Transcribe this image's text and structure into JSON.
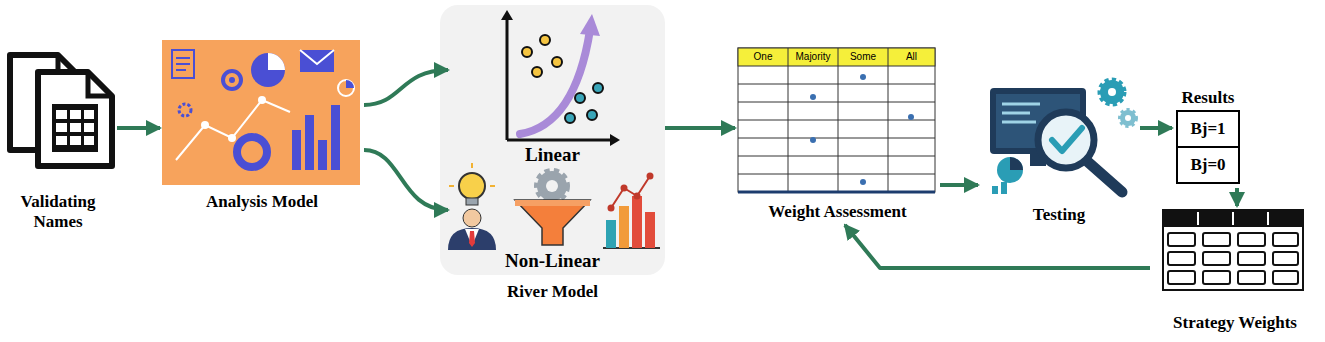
{
  "diagram": {
    "nodes": [
      {
        "text": [
          "Validating Names"
        ]
      },
      {
        "text": [
          "Analysis Model"
        ]
      },
      {
        "text": [
          "River Model"
        ]
      },
      {
        "text": [
          "Linear"
        ],
        "in": 2
      },
      {
        "text": [
          "Non-Linear"
        ],
        "in": 2
      },
      {
        "text": [
          "Weight Assessment"
        ]
      },
      {
        "text": [
          "Testing"
        ]
      },
      {
        "text": [
          "Results"
        ]
      },
      {
        "text": [
          "Bj=1"
        ],
        "in": 7
      },
      {
        "text": [
          "Bj=0"
        ],
        "in": 7
      },
      {
        "text": [
          "Strategy Weights"
        ]
      }
    ],
    "edges": [
      {
        "from": 0,
        "to": 1,
        "arrow": "to"
      },
      {
        "from": 1,
        "to": 3,
        "arrow": "to"
      },
      {
        "from": 1,
        "to": 4,
        "arrow": "to"
      },
      {
        "from": 2,
        "to": 5,
        "arrow": "to"
      },
      {
        "from": 5,
        "to": 6,
        "arrow": "to"
      },
      {
        "from": 6,
        "to": 7,
        "arrow": "to"
      },
      {
        "from": 7,
        "to": 10,
        "arrow": "to"
      },
      {
        "from": 10,
        "to": 5,
        "arrow": "to"
      }
    ],
    "labels": [
      "One",
      "Majority",
      "Some",
      "All"
    ]
  }
}
